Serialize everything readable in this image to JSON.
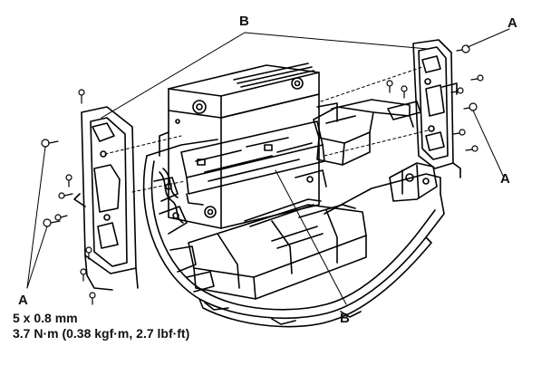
{
  "callouts": {
    "b_top": "B",
    "b_bottom": "B",
    "a_top_right": "A",
    "a_right": "A",
    "a_bottom_left": "A"
  },
  "spec": {
    "bolt_size": "5 x 0.8 mm",
    "torque": "3.7 N·m (0.38 kgf·m, 2.7 lbf·ft)"
  }
}
